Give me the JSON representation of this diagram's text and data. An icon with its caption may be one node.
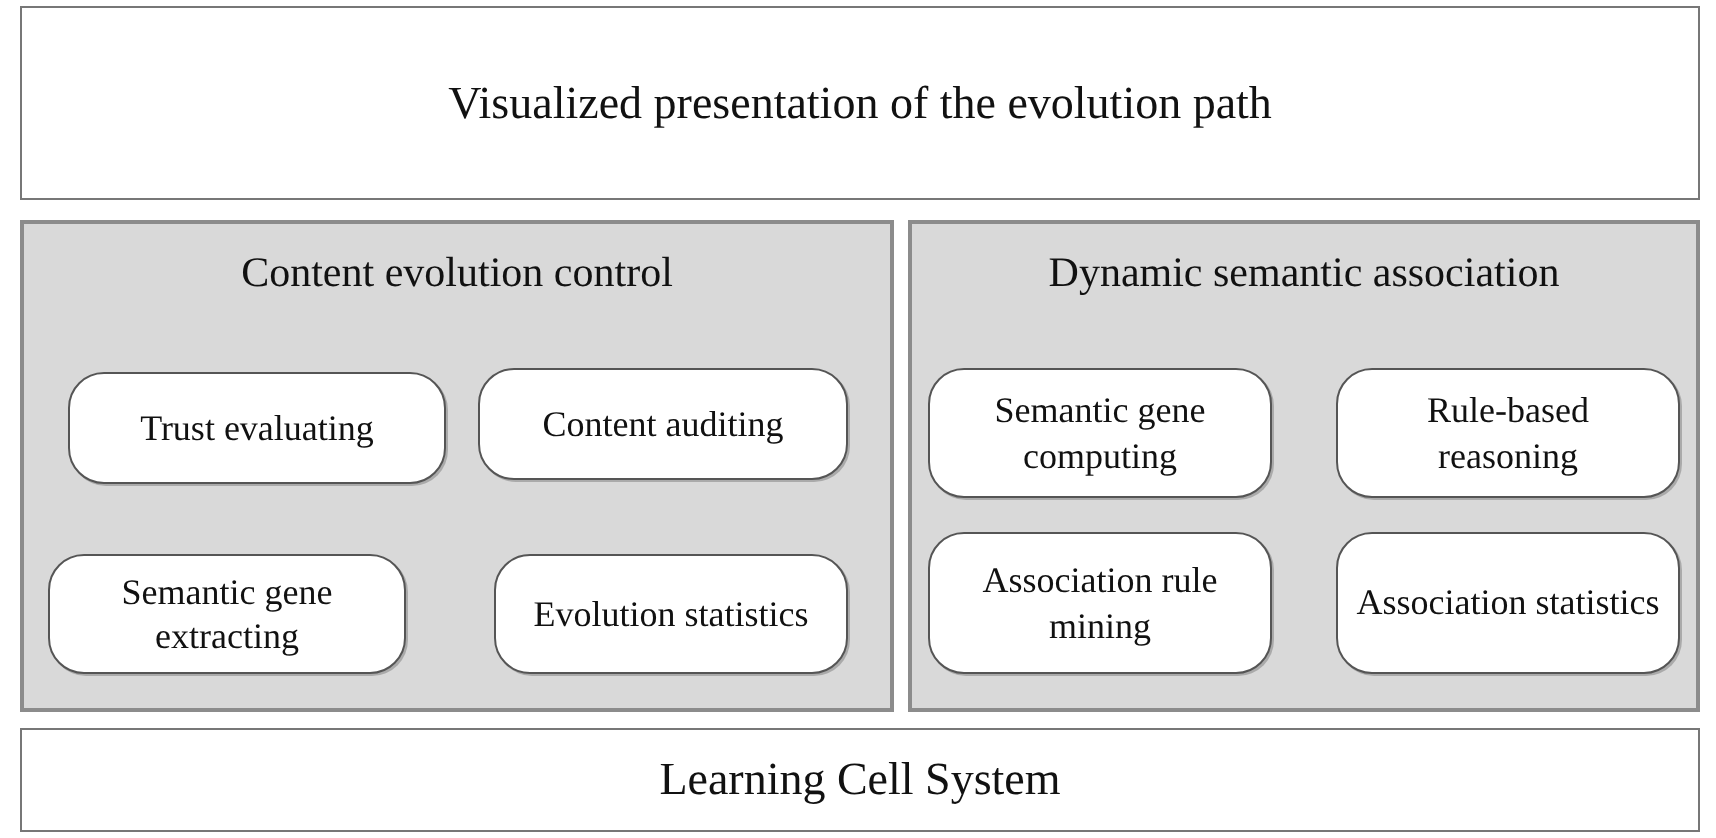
{
  "diagram": {
    "nodes": [
      {
        "text": [
          "Visualized presentation of the evolution path"
        ]
      },
      {
        "text": [
          "Content evolution control"
        ]
      },
      {
        "text": [
          "Trust evaluating"
        ],
        "in": 1
      },
      {
        "text": [
          "Content auditing"
        ],
        "in": 1
      },
      {
        "text": [
          "Semantic gene extracting"
        ],
        "in": 1
      },
      {
        "text": [
          "Evolution statistics"
        ],
        "in": 1
      },
      {
        "text": [
          "Dynamic semantic association"
        ]
      },
      {
        "text": [
          "Semantic gene computing"
        ],
        "in": 6
      },
      {
        "text": [
          "Rule-based reasoning"
        ],
        "in": 6
      },
      {
        "text": [
          "Association rule mining"
        ],
        "in": 6
      },
      {
        "text": [
          "Association statistics"
        ],
        "in": 6
      },
      {
        "text": [
          "Learning Cell System"
        ]
      }
    ],
    "edges": []
  }
}
